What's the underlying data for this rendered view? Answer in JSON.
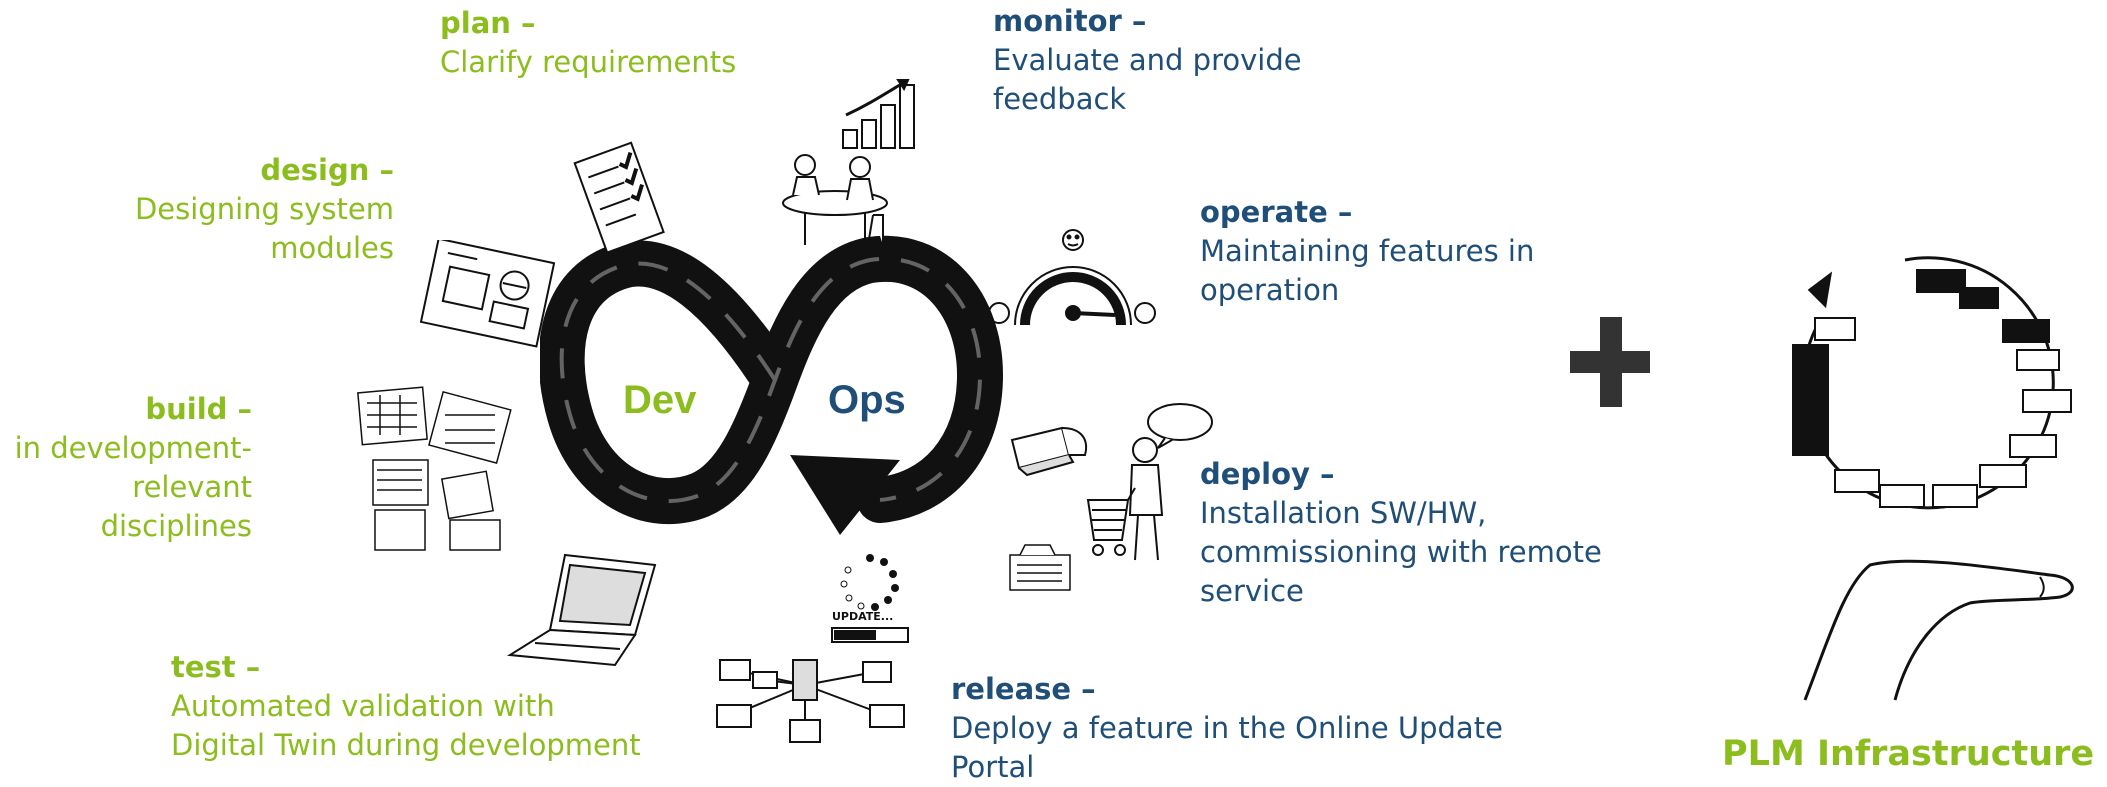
{
  "phases": {
    "plan": {
      "title": "plan –",
      "desc": "Clarify requirements"
    },
    "design": {
      "title": "design –",
      "desc": "Designing system\nmodules"
    },
    "build": {
      "title": "build –",
      "desc": "in development-\nrelevant\ndisciplines"
    },
    "test": {
      "title": "test –",
      "desc": "Automated validation with\nDigital Twin during development"
    },
    "monitor": {
      "title": "monitor –",
      "desc": "Evaluate and provide\nfeedback"
    },
    "operate": {
      "title": "operate –",
      "desc": "Maintaining features in\noperation"
    },
    "deploy": {
      "title": "deploy –",
      "desc": "Installation SW/HW,\ncommissioning with remote\nservice"
    },
    "release": {
      "title": "release –",
      "desc": "Deploy a feature in the Online Update\nPortal"
    }
  },
  "center": {
    "dev": "Dev",
    "ops": "Ops"
  },
  "update_label": "UPDATE...",
  "plm_label": "PLM Infrastructure",
  "colors": {
    "dev_green": "#8cbd1e",
    "ops_blue": "#1f4e79",
    "plus": "#333333",
    "ink": "#111111"
  },
  "icons": [
    "checklist-icon",
    "bar-chart-icon",
    "meeting-icon",
    "speedometer-icon",
    "technical-drawing-icon",
    "circuit-diagrams-icon",
    "laptop-icon",
    "update-spinner-icon",
    "network-icon",
    "vr-headset-icon",
    "shopping-cart-person-icon",
    "machine-icon",
    "plus-icon",
    "plm-cycle-icon",
    "hand-icon"
  ]
}
